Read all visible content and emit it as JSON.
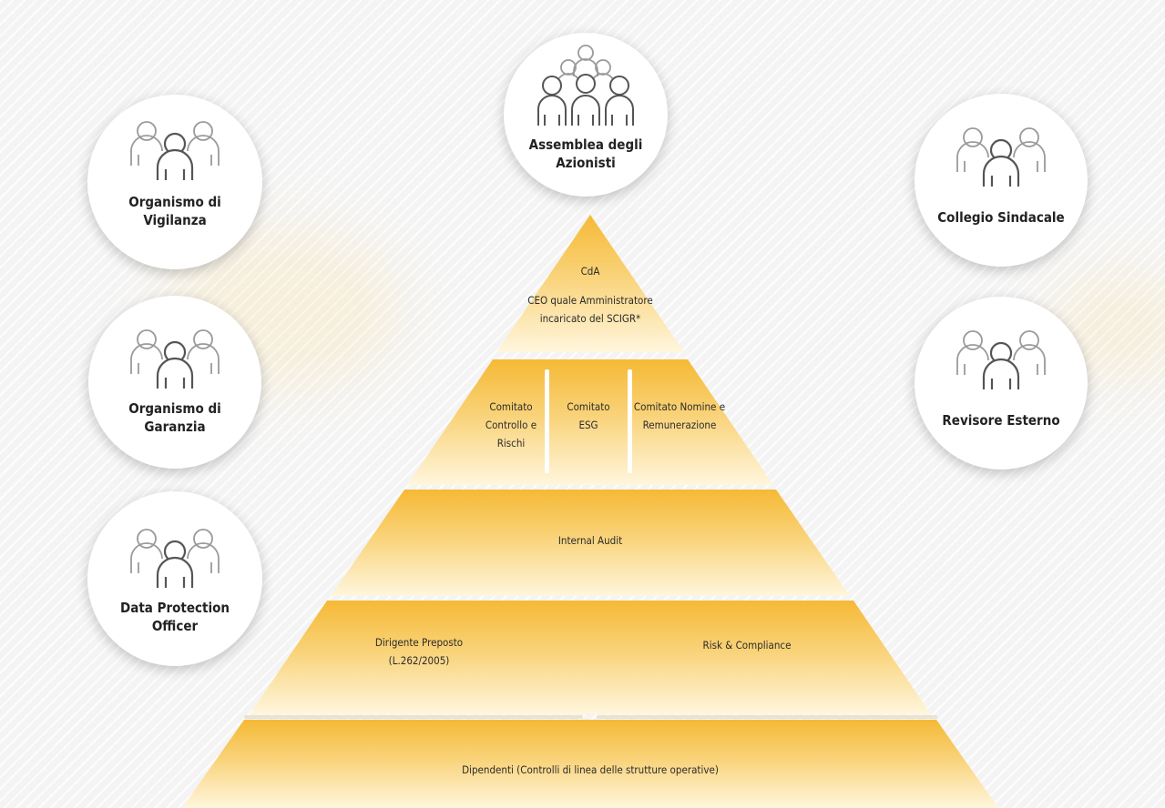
{
  "top_circle": {
    "label": "Assemblea degli Azionisti",
    "icon": "audience-group-icon"
  },
  "left_circles": [
    {
      "label": "Organismo di Vigilanza",
      "icon": "group-icon"
    },
    {
      "label": "Organismo di Garanzia",
      "icon": "group-icon"
    },
    {
      "label": "Data Protection Officer",
      "icon": "group-icon"
    }
  ],
  "right_circles": [
    {
      "label": "Collegio Sindacale",
      "icon": "group-icon"
    },
    {
      "label": "Revisore Esterno",
      "icon": "group-icon"
    }
  ],
  "pyramid": {
    "apex": {
      "title": "CdA",
      "subtitle": "CEO quale Amministratore incaricato del SCIGR*"
    },
    "committees": [
      "Comitato Controllo e Rischi",
      "Comitato ESG",
      "Comitato Nomine e Remunerazione"
    ],
    "internal_audit": "Internal Audit",
    "second_level": {
      "left": "Dirigente Preposto (L.262/2005)",
      "right": "Risk & Compliance"
    },
    "base": "Dipendenti (Controlli di linea delle strutture operative)"
  },
  "colors": {
    "pyramid_top": "#F6BE3C",
    "pyramid_bottom": "#FFF4D6",
    "icon_stroke": "#9a9a9a",
    "icon_dark": "#555555"
  }
}
